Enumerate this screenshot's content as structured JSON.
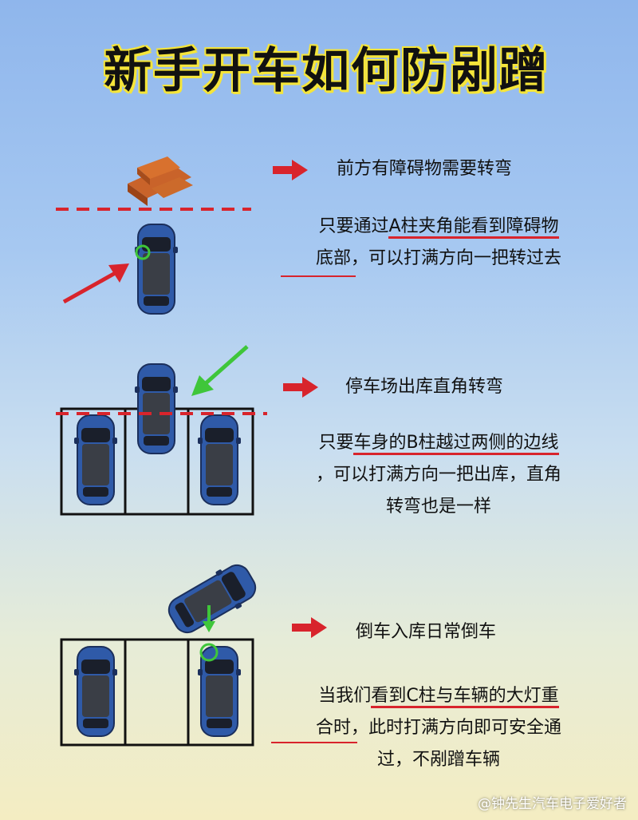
{
  "title": "新手开车如何防剐蹭",
  "sections": [
    {
      "caption": "前方有障碍物需要转弯",
      "lines": [
        {
          "plain_before": "只要通过",
          "highlight": "A柱夹角能看到障碍物",
          "plain_after": ""
        },
        {
          "plain_before": "",
          "highlight": "",
          "plain_after": "底部，可以打满方向一把转过去"
        }
      ]
    },
    {
      "caption": "停车场出库直角转弯",
      "lines": [
        {
          "plain_before": "只要",
          "highlight": "车身的B柱越过两侧的边线",
          "plain_after": ""
        },
        {
          "plain_before": "",
          "highlight": "",
          "plain_after": "，可以打满方向一把出库，直角"
        },
        {
          "plain_before": "",
          "highlight": "",
          "plain_after": "转弯也是一样"
        }
      ]
    },
    {
      "caption": "倒车入库日常倒车",
      "lines": [
        {
          "plain_before": "当我们",
          "highlight": "看到C柱与车辆的大灯重",
          "plain_after": ""
        },
        {
          "plain_before": "",
          "highlight": "",
          "plain_after": "合时，此时打满方向即可安全通"
        },
        {
          "plain_before": "",
          "highlight": "",
          "plain_after": "过，不剐蹭车辆"
        }
      ]
    }
  ],
  "watermark": "@钟先生汽车电子爱好者",
  "colors": {
    "red": "#d8242c",
    "green": "#3fc63a",
    "car_body": "#2f5aa8",
    "line": "#111111"
  },
  "icons": [
    "brick-obstacle-icon",
    "car-icon",
    "red-arrow-icon",
    "green-arrow-icon",
    "circle-marker-icon"
  ]
}
